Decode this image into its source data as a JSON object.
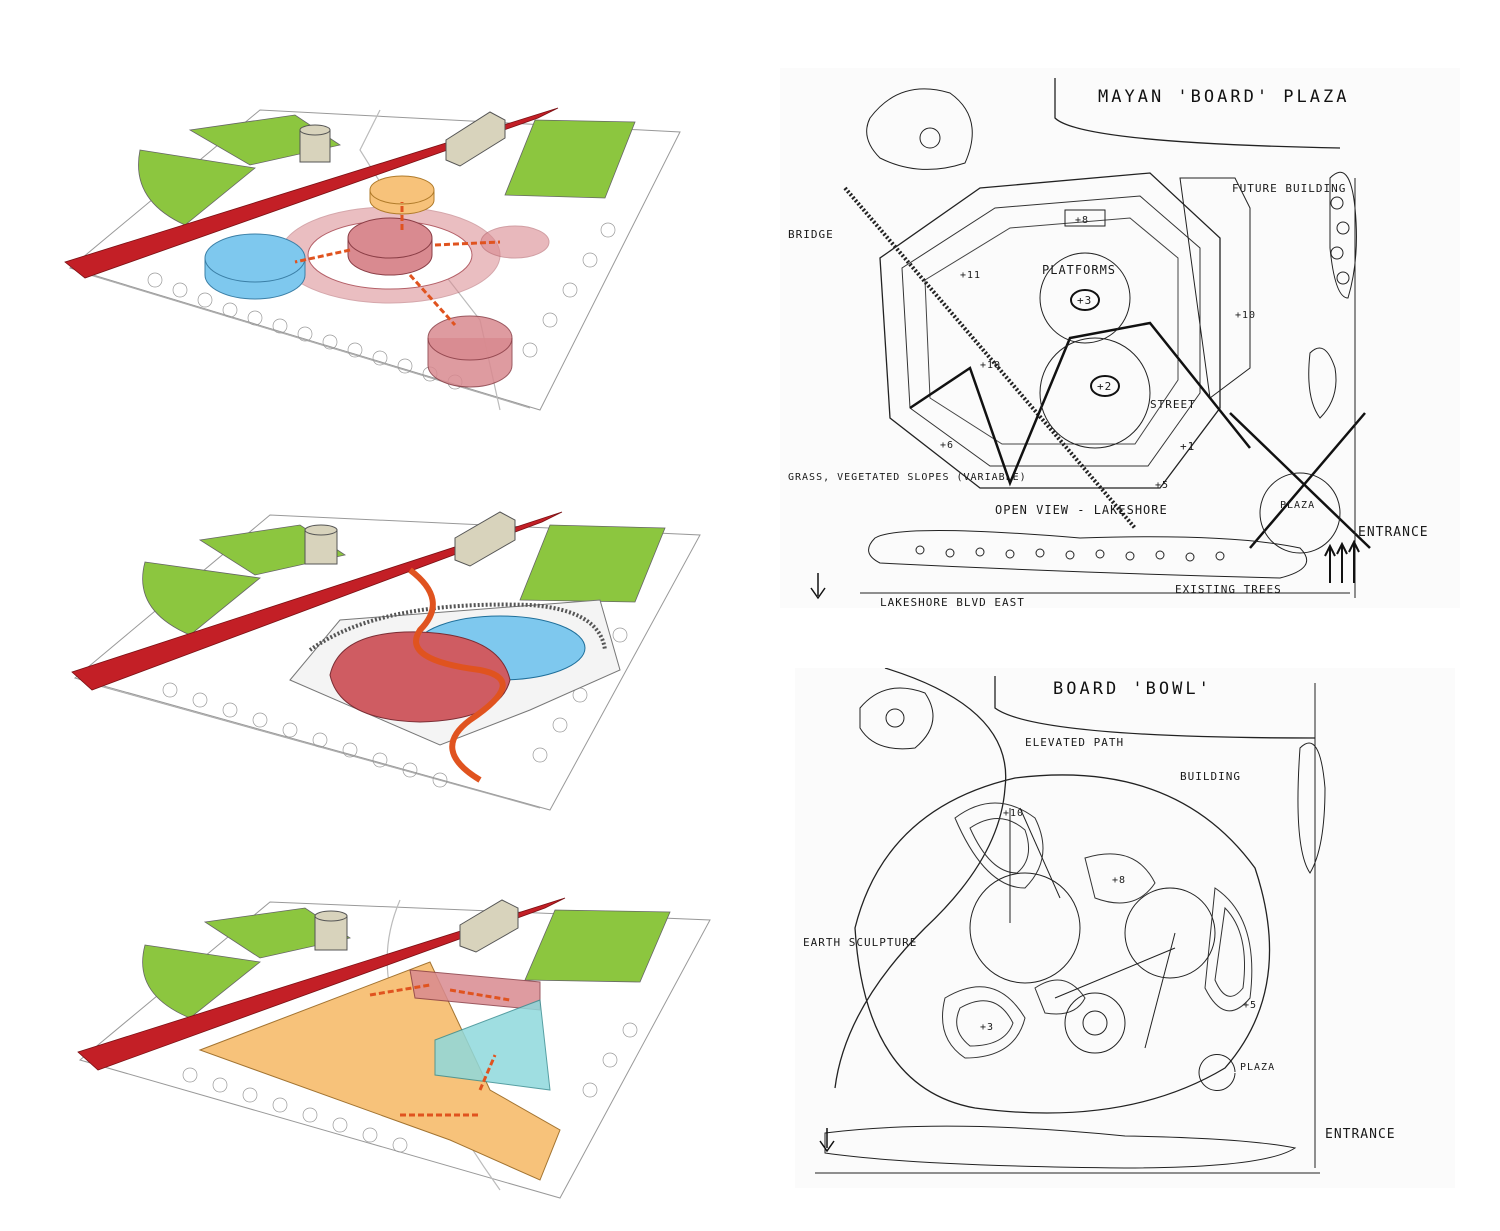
{
  "colors": {
    "road": "#c31f26",
    "lawn": "#8cc63f",
    "blue": "#7ec8ee",
    "pink": "#d98a90",
    "orange": "#f7c27a",
    "cyan": "#8fd9dc",
    "arrow": "#e0531f",
    "building": "#d8d3bc",
    "ink": "#1a1a1a"
  },
  "icons": [
    "north-arrow-icon",
    "entrance-arrows-icon"
  ],
  "sketch1": {
    "title": "MAYAN 'BOARD' PLAZA",
    "labels": {
      "future_building": "FUTURE BUILDING",
      "bridge": "BRIDGE",
      "platforms": "PLATFORMS",
      "street": "STREET",
      "grass": "GRASS, VEGETATED SLOPES (VARIABLE)",
      "open_view": "OPEN VIEW - LAKESHORE",
      "entrance": "ENTRANCE",
      "existing_trees": "EXISTING TREES",
      "lakeshore": "LAKESHORE BLVD EAST",
      "plaza": "PLAZA"
    },
    "levels": {
      "l8": "+8",
      "l10a": "+10",
      "l11": "+11",
      "l3": "+3",
      "l10b": "+10",
      "l2": "+2",
      "l6": "+6",
      "l1": "+1",
      "l5": "+5"
    }
  },
  "sketch2": {
    "title": "BOARD 'BOWL'",
    "labels": {
      "elevated_path": "ELEVATED PATH",
      "building": "BUILDING",
      "earth_sculpture": "EARTH SCULPTURE",
      "plaza": "PLAZA",
      "entrance": "ENTRANCE"
    },
    "levels": {
      "l10": "+10",
      "l8": "+8",
      "l5": "+5",
      "l3": "+3"
    }
  }
}
